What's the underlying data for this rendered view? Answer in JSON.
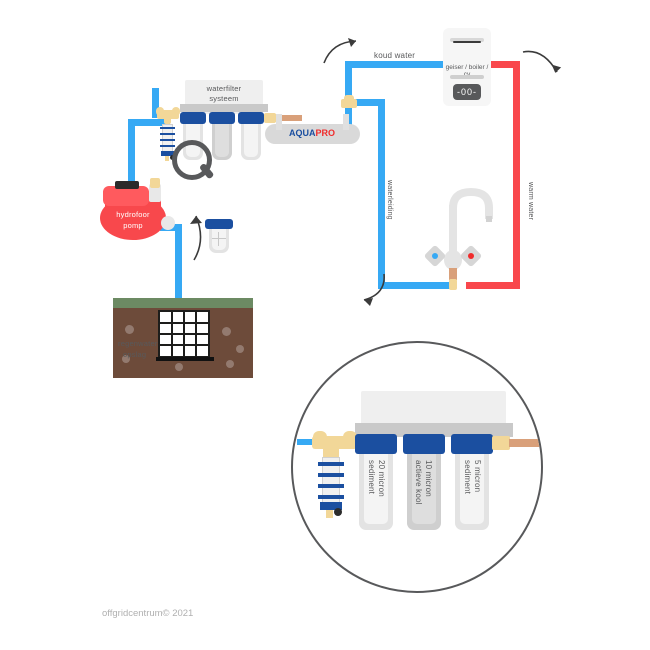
{
  "footer": {
    "text": "offgridcentrum© 2021"
  },
  "logo": {
    "part1": "AQUA",
    "part2": "PRO"
  },
  "labels": {
    "waterfilter_systeem_line1": "waterfilter",
    "waterfilter_systeem_line2": "systeem",
    "koud_water": "koud water",
    "warm_water": "warm water",
    "waterleiding": "waterleiding",
    "geiser_boiler_cv": "geiser / boiler / cv",
    "boiler_display": "-00-",
    "hydrofoor_line1": "hydrofoor",
    "hydrofoor_line2": "pomp",
    "regenwater_line1": "regenwater",
    "regenwater_line2": "opslag"
  },
  "detail_circle": {
    "filters": [
      {
        "line1": "sediment",
        "line2": "20 micron"
      },
      {
        "line1": "actieve kool",
        "line2": "10 micron"
      },
      {
        "line1": "sediment",
        "line2": "5 micron"
      }
    ]
  },
  "colors": {
    "cold_water_blue": "#36a9f4",
    "hot_water_red": "#f9474c",
    "filter_cap_blue": "#1b4fa0",
    "brass": "#f2d798",
    "copper": "#d9a07a",
    "pump_red": "#f8484c",
    "soil_brown": "#6d4b3a",
    "grass_green": "#6c8a63",
    "text_grey": "#58595b",
    "logo_blue": "#1b4fa0",
    "logo_red": "#f02b2b"
  }
}
